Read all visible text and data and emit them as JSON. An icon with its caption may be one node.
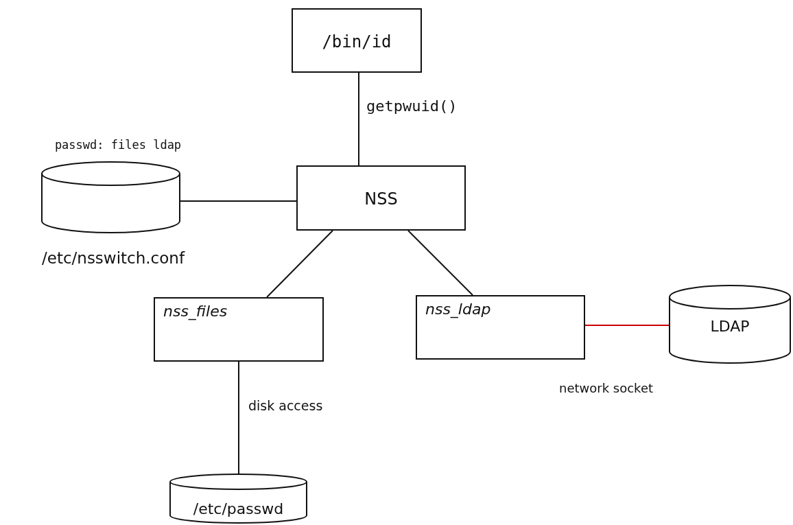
{
  "diagram": {
    "nodes": [
      {
        "text": [
          "/bin/id"
        ]
      },
      {
        "text": [
          "NSS"
        ]
      },
      {
        "text": [
          "/etc/nsswitch.conf"
        ],
        "beside": [
          "passwd: files ldap"
        ]
      },
      {
        "text": [
          "nss_files"
        ]
      },
      {
        "text": [
          "nss_ldap"
        ]
      },
      {
        "text": [
          "LDAP"
        ]
      },
      {
        "text": [
          "/etc/passwd"
        ]
      }
    ],
    "edges": [
      {
        "from": 0,
        "to": 1,
        "arrow": "none",
        "label": "getpwuid()"
      },
      {
        "from": 2,
        "to": 1,
        "arrow": "none"
      },
      {
        "from": 1,
        "to": 3,
        "arrow": "none"
      },
      {
        "from": 1,
        "to": 4,
        "arrow": "none"
      },
      {
        "from": 4,
        "to": 5,
        "arrow": "none",
        "label": "network socket",
        "color": "#cc0000"
      },
      {
        "from": 3,
        "to": 6,
        "arrow": "none",
        "label": "disk access"
      }
    ]
  }
}
